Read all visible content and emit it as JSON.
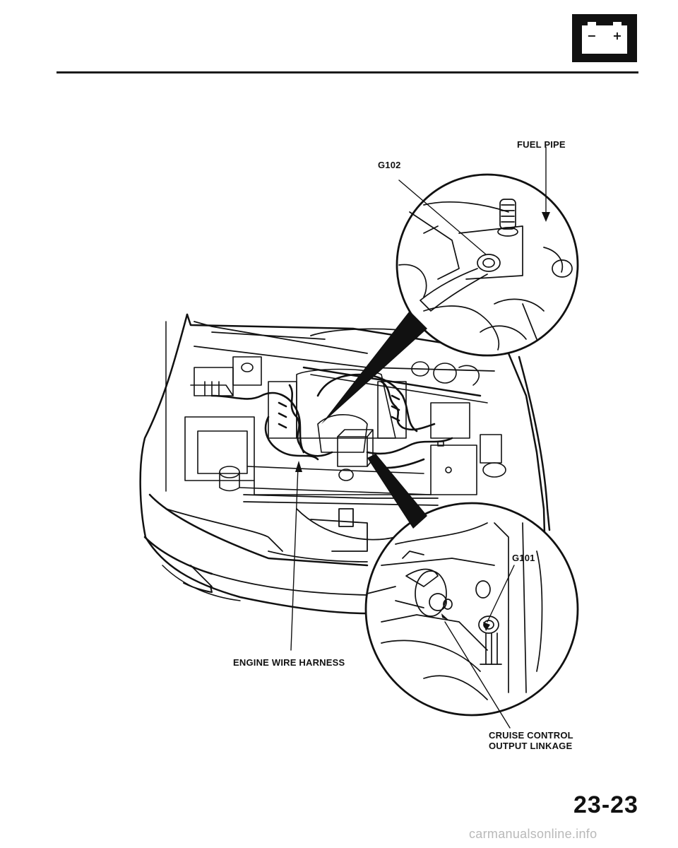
{
  "header": {
    "section_icon": "battery-icon",
    "battery_minus": "−",
    "battery_plus": "+"
  },
  "labels": {
    "fuel_pipe": "FUEL PIPE",
    "g102": "G102",
    "g101": "G101",
    "engine_wire_harness": "ENGINE WIRE HARNESS",
    "cruise_control_line1": "CRUISE CONTROL",
    "cruise_control_line2": "OUTPUT LINKAGE"
  },
  "footer": {
    "page_number": "23-23",
    "watermark": "carmanualsonline.info"
  },
  "colors": {
    "ink": "#111111",
    "watermark": "#b9b9b9"
  }
}
